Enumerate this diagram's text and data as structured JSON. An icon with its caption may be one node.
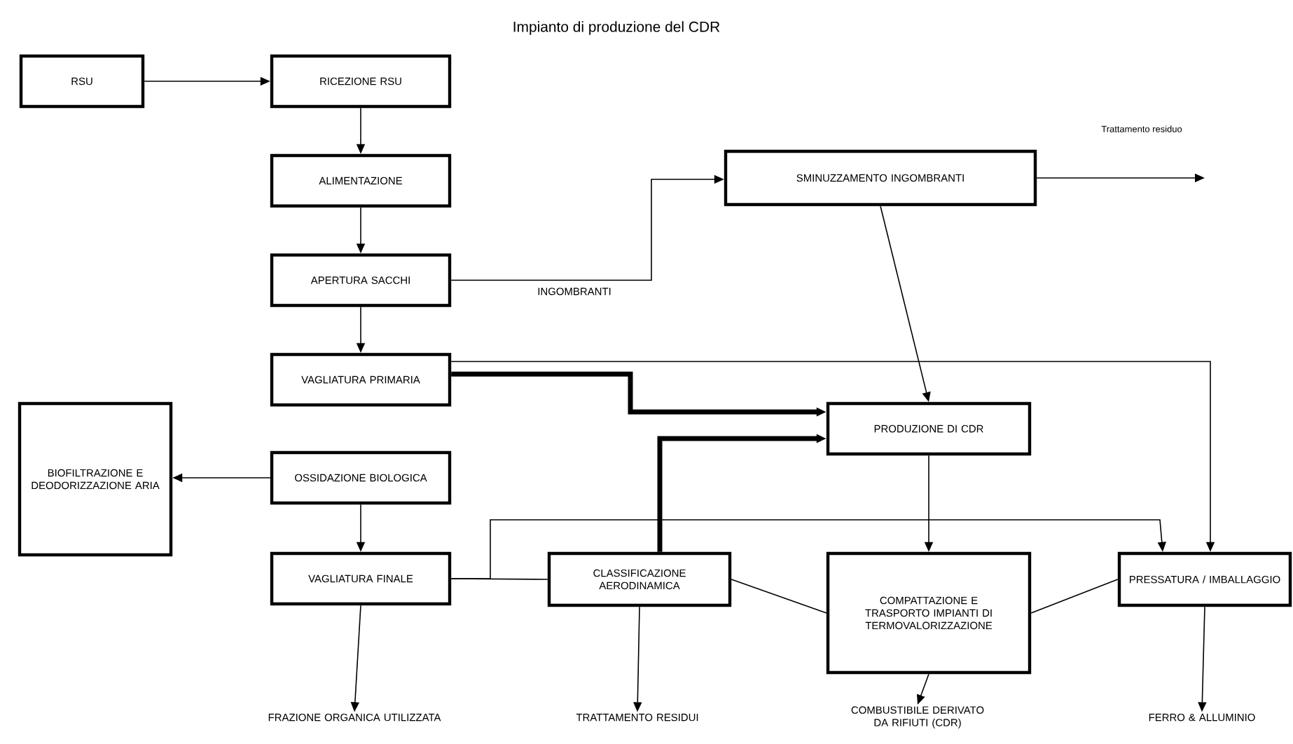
{
  "diagram": {
    "title": "Impianto di produzione del CDR",
    "nodes": [
      {
        "text": [
          "RSU"
        ]
      },
      {
        "text": [
          "RICEZIONE RSU"
        ]
      },
      {
        "text": [
          "ALIMENTAZIONE"
        ]
      },
      {
        "text": [
          "APERTURA SACCHI"
        ]
      },
      {
        "text": [
          "SMINUZZAMENTO INGOMBRANTI"
        ]
      },
      {
        "text": [
          "VAGLIATURA PRIMARIA"
        ]
      },
      {
        "text": [
          "BIOFILTRAZIONE E DEODORIZZAZIONE ARIA"
        ]
      },
      {
        "text": [
          "OSSIDAZIONE BIOLOGICA"
        ]
      },
      {
        "text": [
          "PRODUZIONE DI CDR"
        ]
      },
      {
        "text": [
          "VAGLIATURA FINALE"
        ]
      },
      {
        "text": [
          "CLASSIFICAZIONE AERODINAMICA"
        ]
      },
      {
        "text": [
          "COMPATTAZIONE E TRASPORTO IMPIANTI DI TERMOVALORIZZAZIONE"
        ]
      },
      {
        "text": [
          "PRESSATURA / IMBALLAGGIO"
        ]
      },
      {
        "text": [
          "FRAZIONE ORGANICA UTILIZZATA"
        ]
      },
      {
        "text": [
          "TRATTAMENTO RESIDUI"
        ]
      },
      {
        "text": [
          "COMBUSTIBILE DERIVATO DA RIFIUTI (CDR)"
        ]
      },
      {
        "text": [
          "FERRO & ALLUMINIO"
        ]
      }
    ],
    "edges": [
      {
        "from": 0,
        "to": 1,
        "arrow": "to"
      },
      {
        "from": 1,
        "to": 2,
        "arrow": "to"
      },
      {
        "from": 2,
        "to": 3,
        "arrow": "to"
      },
      {
        "from": 3,
        "to": 5,
        "arrow": "to"
      },
      {
        "from": 3,
        "to": 4,
        "arrow": "to",
        "label": "INGOMBRANTI"
      },
      {
        "from": 4,
        "to": null,
        "arrow": "to"
      },
      {
        "from": 4,
        "to": 8,
        "arrow": "to"
      },
      {
        "from": 5,
        "to": 8,
        "arrow": "to",
        "style": "thick"
      },
      {
        "from": 5,
        "to": 12,
        "arrow": "to"
      },
      {
        "from": 7,
        "to": 6,
        "arrow": "to"
      },
      {
        "from": 7,
        "to": 9,
        "arrow": "to"
      },
      {
        "from": 9,
        "to": 10,
        "arrow": "none"
      },
      {
        "from": 9,
        "to": 12,
        "arrow": "to"
      },
      {
        "from": 10,
        "to": 8,
        "arrow": "to",
        "style": "thick"
      },
      {
        "from": 10,
        "to": 11,
        "arrow": "none"
      },
      {
        "from": 11,
        "to": 12,
        "arrow": "none"
      },
      {
        "from": 8,
        "to": 11,
        "arrow": "to"
      },
      {
        "from": 9,
        "to": 13,
        "arrow": "to"
      },
      {
        "from": 10,
        "to": 14,
        "arrow": "to"
      },
      {
        "from": 11,
        "to": 15,
        "arrow": "to"
      },
      {
        "from": 12,
        "to": 16,
        "arrow": "to"
      }
    ],
    "labels": [
      "Trattamento residuo"
    ]
  }
}
